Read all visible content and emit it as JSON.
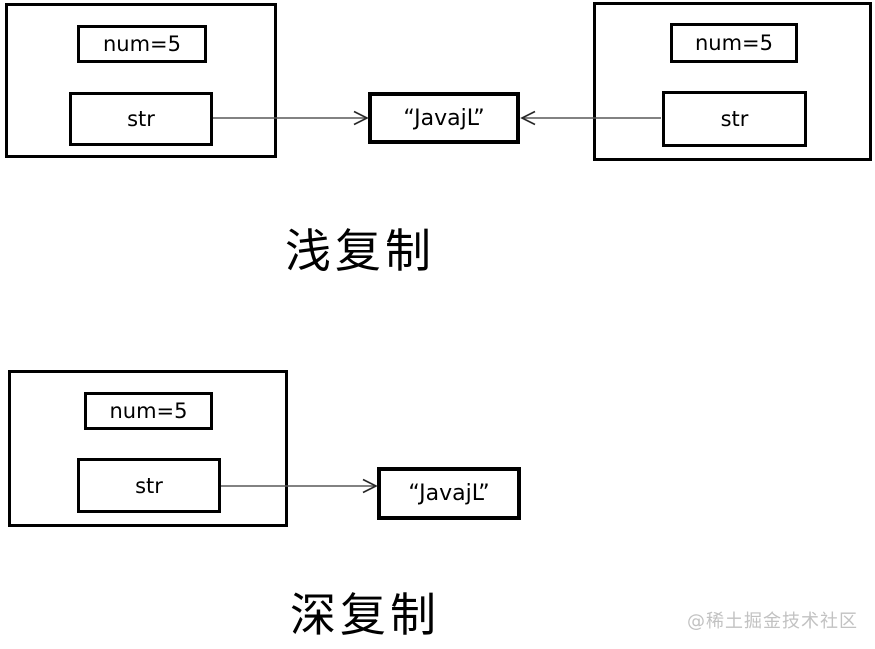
{
  "colors": {
    "background": "#ffffff",
    "box_border": "#000000",
    "arrow_shaft": "#595959",
    "arrow_head": "#262626",
    "text": "#000000",
    "watermark": "#c2c2c2"
  },
  "shallow_section": {
    "caption": "浅复制",
    "left_object": {
      "num_field": "num=5",
      "str_field": "str"
    },
    "right_object": {
      "num_field": "num=5",
      "str_field": "str"
    },
    "string_literal": "“JavajL”"
  },
  "deep_section": {
    "caption": "深复制",
    "object": {
      "num_field": "num=5",
      "str_field": "str"
    },
    "string_literal": "“JavajL”"
  },
  "watermark": "@稀土掘金技术社区"
}
